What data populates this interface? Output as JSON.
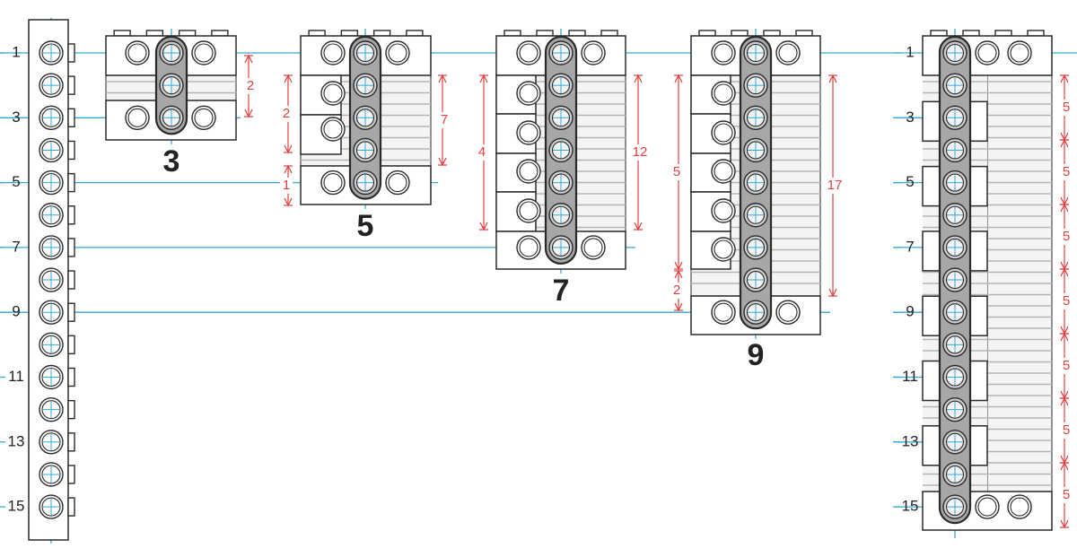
{
  "reference_column": {
    "hole_labels": [
      "1",
      "3",
      "5",
      "7",
      "9",
      "11",
      "13",
      "15"
    ]
  },
  "assemblies": [
    {
      "caption": "3",
      "dims_left": [
        "2"
      ],
      "dims_right": []
    },
    {
      "caption": "5",
      "dims_left": [
        "2",
        "1"
      ],
      "dims_right": [
        "7"
      ]
    },
    {
      "caption": "7",
      "dims_left": [
        "4"
      ],
      "dims_right": [
        "12"
      ]
    },
    {
      "caption": "9",
      "dims_left": [
        "5",
        "2"
      ],
      "dims_right": [
        "17"
      ]
    },
    {
      "caption": "",
      "hole_labels": [
        "1",
        "3",
        "5",
        "7",
        "9",
        "11",
        "13",
        "15"
      ],
      "dims_right": [
        "5",
        "5",
        "5",
        "5",
        "5",
        "5"
      ]
    }
  ],
  "colors": {
    "guide_line": "#36a9d6",
    "dimension": "#e0403f",
    "beam": "#a7a7a7",
    "outline": "#2a2a2a"
  }
}
